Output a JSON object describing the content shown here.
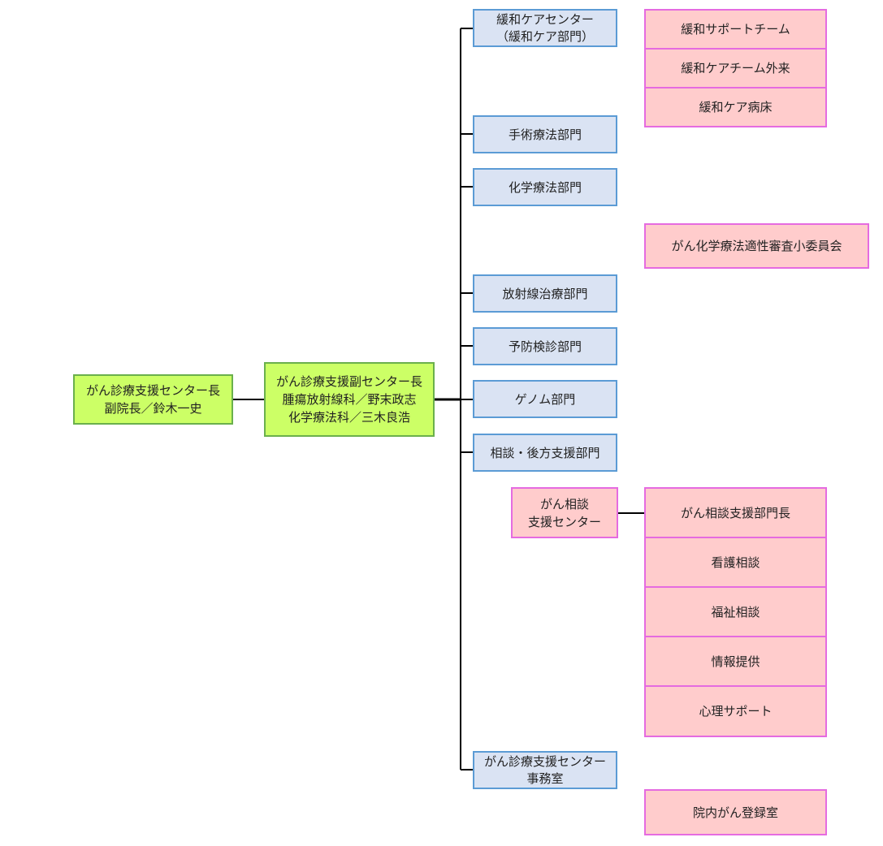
{
  "director": {
    "title": "がん診療支援センター長",
    "name": "副院長／鈴木一史"
  },
  "deputy": {
    "title": "がん診療支援副センター長",
    "line1": "腫瘍放射線科／野末政志",
    "line2": "化学療法科／三木良浩"
  },
  "departments": {
    "palliative": {
      "line1": "緩和ケアセンター",
      "line2": "（緩和ケア部門）"
    },
    "surgery": "手術療法部門",
    "chemo": "化学療法部門",
    "radiation": "放射線治療部門",
    "prevention": "予防検診部門",
    "genome": "ゲノム部門",
    "consult": "相談・後方支援部門",
    "office": {
      "line1": "がん診療支援センター",
      "line2": "事務室"
    }
  },
  "palliative_units": [
    "緩和サポートチーム",
    "緩和ケアチーム外来",
    "緩和ケア病床"
  ],
  "chemo_committee": "がん化学療法適性審査小委員会",
  "consult_center": {
    "line1": "がん相談",
    "line2": "支援センター"
  },
  "consult_units": [
    "がん相談支援部門長",
    "看護相談",
    "福祉相談",
    "情報提供",
    "心理サポート"
  ],
  "registry": "院内がん登録室"
}
